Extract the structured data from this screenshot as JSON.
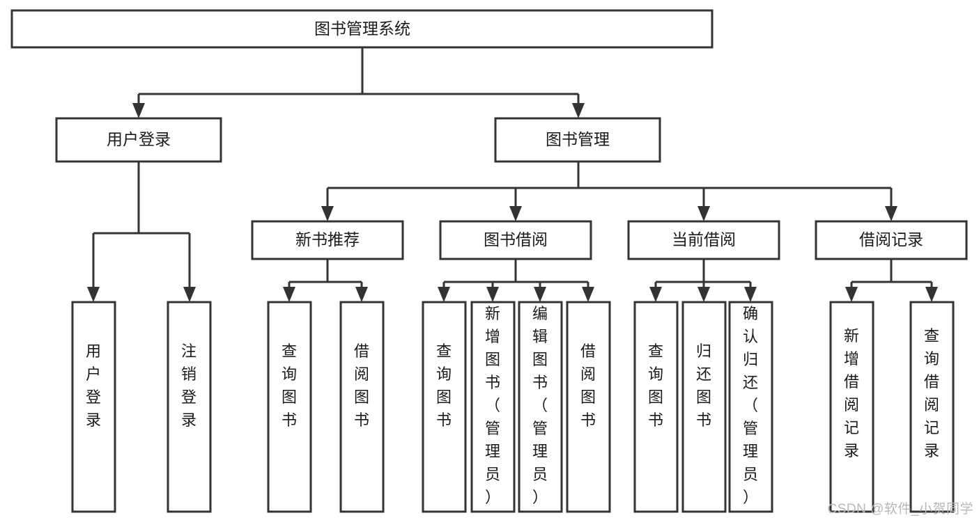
{
  "diagram": {
    "title": "图书管理系统",
    "type": "tree",
    "watermark": "CSDN @软件_小贺同学",
    "colors": {
      "stroke": "#333333",
      "box_fill": "#ffffff",
      "text": "#1a1a1a",
      "background": "#ffffff",
      "watermark": "#b8b8b8"
    },
    "nodes": {
      "root": {
        "label": "图书管理系统"
      },
      "level2": [
        {
          "label": "用户登录"
        },
        {
          "label": "图书管理"
        }
      ],
      "level3": [
        {
          "label": "新书推荐"
        },
        {
          "label": "图书借阅"
        },
        {
          "label": "当前借阅"
        },
        {
          "label": "借阅记录"
        }
      ],
      "leaves": {
        "user_login": [
          {
            "label": "用户登录"
          },
          {
            "label": "注销登录"
          }
        ],
        "new_book_recommend": [
          {
            "label": "查询图书"
          },
          {
            "label": "借阅图书"
          }
        ],
        "book_borrow": [
          {
            "label": "查询图书"
          },
          {
            "label": "新增图书（管理员）"
          },
          {
            "label": "编辑图书（管理员）"
          },
          {
            "label": "借阅图书"
          }
        ],
        "current_borrow": [
          {
            "label": "查询图书"
          },
          {
            "label": "归还图书"
          },
          {
            "label": "确认归还（管理员）"
          }
        ],
        "borrow_record": [
          {
            "label": "新增借阅记录"
          },
          {
            "label": "查询借阅记录"
          }
        ]
      }
    }
  }
}
